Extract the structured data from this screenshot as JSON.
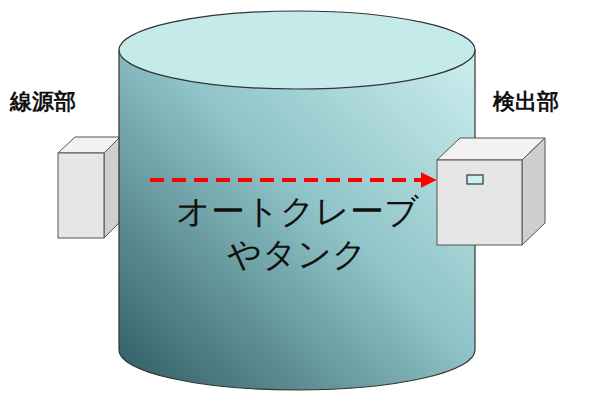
{
  "diagram": {
    "nodes": [
      {
        "text": [
          "線源部"
        ]
      },
      {
        "text": [
          "オートクレーブ やタンク"
        ]
      },
      {
        "text": [
          "検出部"
        ]
      }
    ],
    "edges": [
      {
        "from": 0,
        "to": 2,
        "arrow": "to"
      }
    ]
  }
}
